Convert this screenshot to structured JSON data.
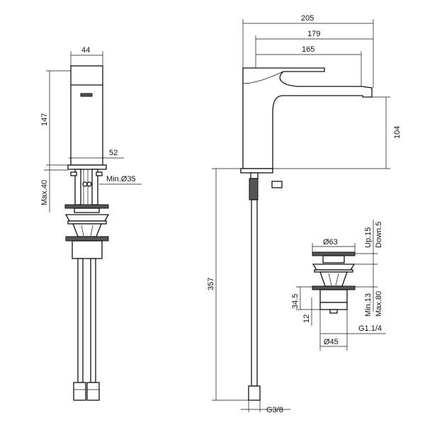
{
  "side_view": {
    "width": "44",
    "height": "147",
    "base_width": "52",
    "hole_diameter": "Min.Ø35",
    "deck_thickness": "Max.40"
  },
  "front_view": {
    "overall_length": "205",
    "spout_reach": "179",
    "lever_length": "165",
    "spout_height": "104",
    "hose_length": "357",
    "hose_thread": "G3/8"
  },
  "waste_view": {
    "cap_diameter": "Ø63",
    "lift_up": "Up.15",
    "lift_down": "Down.5",
    "flange_height": "34.5",
    "thread_length": "12",
    "basin_min": "Min.13",
    "basin_max": "Max.80",
    "thread": "G1.1/4",
    "body_diameter": "Ø45"
  }
}
